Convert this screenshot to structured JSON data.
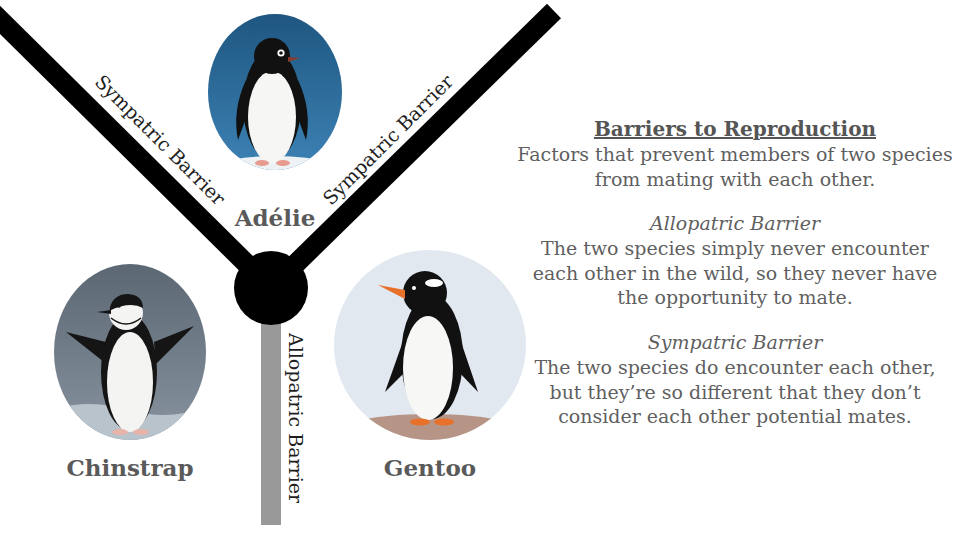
{
  "diagram": {
    "title": "Barriers to Reproduction",
    "nodes": [
      {
        "text": [
          "Adélie"
        ]
      },
      {
        "text": [
          "Chinstrap"
        ]
      },
      {
        "text": [
          "Gentoo"
        ]
      }
    ],
    "labels": [
      "Sympatric Barrier",
      "Sympatric Barrier",
      "Allopatric Barrier",
      "Factors that prevent members of two species from mating with each other.",
      "Allopatric Barrier",
      "The two species simply never encounter each other in the wild, so they never have the opportunity to mate.",
      "Sympatric Barrier",
      "The two species do encounter each other, but they’re so different that they don’t consider each other potential mates."
    ]
  }
}
